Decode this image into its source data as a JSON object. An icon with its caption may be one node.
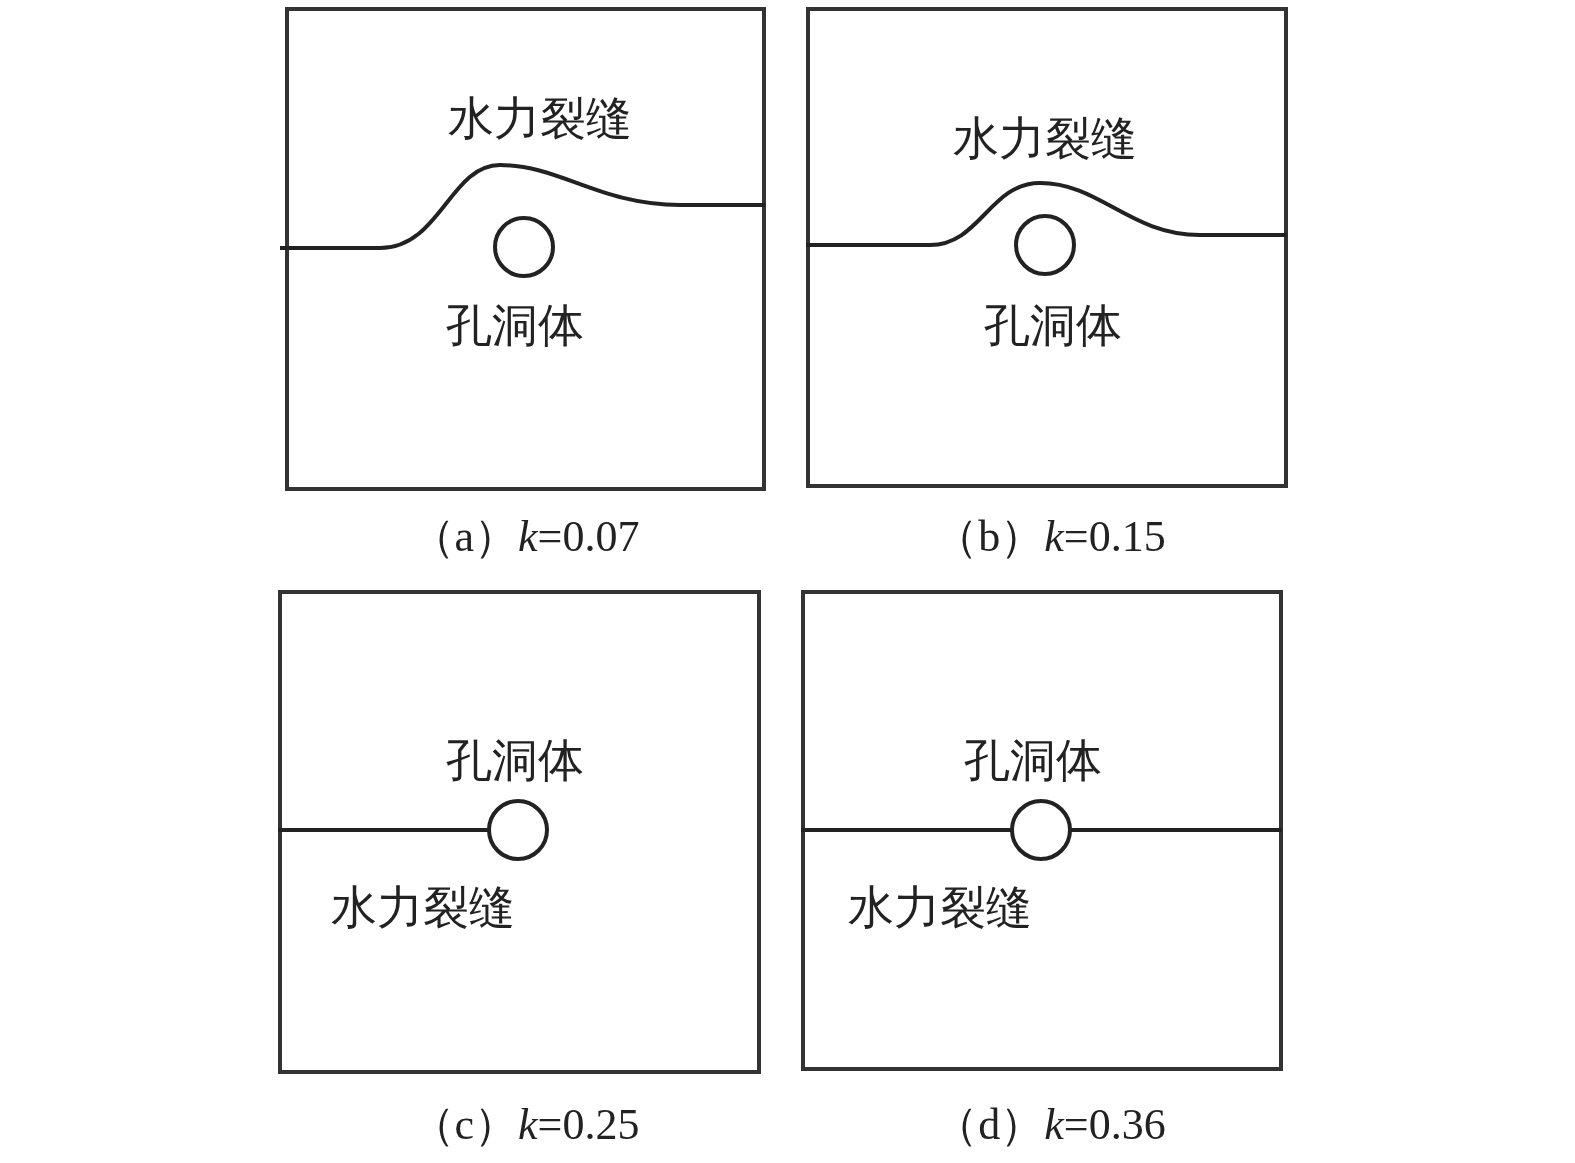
{
  "diagram": {
    "nodes": [
      {
        "text": [
          "水力裂缝",
          "孔洞体"
        ],
        "beside": [
          "（a）*k*=0.07"
        ]
      },
      {
        "text": [],
        "shape": "circle",
        "in": 0
      },
      {
        "text": [
          "水力裂缝",
          "孔洞体"
        ],
        "beside": [
          "（b）*k*=0.15"
        ]
      },
      {
        "text": [],
        "shape": "circle",
        "in": 2
      },
      {
        "text": [
          "孔洞体",
          "水力裂缝"
        ],
        "beside": [
          "（c）*k*=0.25"
        ]
      },
      {
        "text": [],
        "shape": "circle",
        "in": 4
      },
      {
        "text": [
          "孔洞体",
          "水力裂缝"
        ],
        "beside": [
          "（d）*k*=0.36"
        ]
      },
      {
        "text": [],
        "shape": "circle",
        "in": 6
      }
    ],
    "edges": []
  }
}
